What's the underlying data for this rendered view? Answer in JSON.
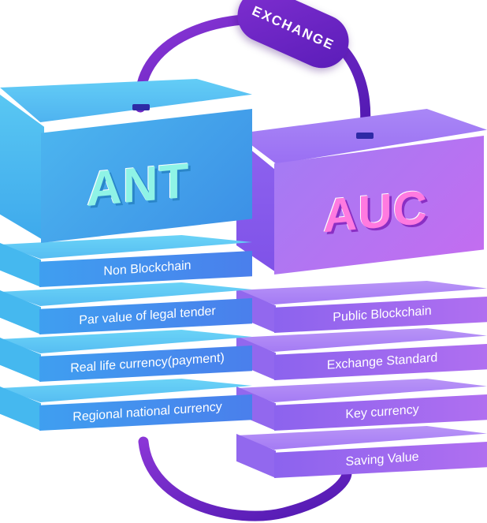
{
  "exchange_label": "EXCHANGE",
  "ant": {
    "title": "ANT",
    "items": [
      "Non Blockchain",
      "Par value of legal tender",
      "Real life currency(payment)",
      "Regional national currency"
    ]
  },
  "auc": {
    "title": "AUC",
    "items": [
      "Public Blockchain",
      "Exchange Standard",
      "Key currency",
      "Saving Value"
    ]
  },
  "colors": {
    "ant_primary": "#4db7ef",
    "auc_primary": "#a27cf4",
    "exchange_ring": "#6a22c4"
  }
}
